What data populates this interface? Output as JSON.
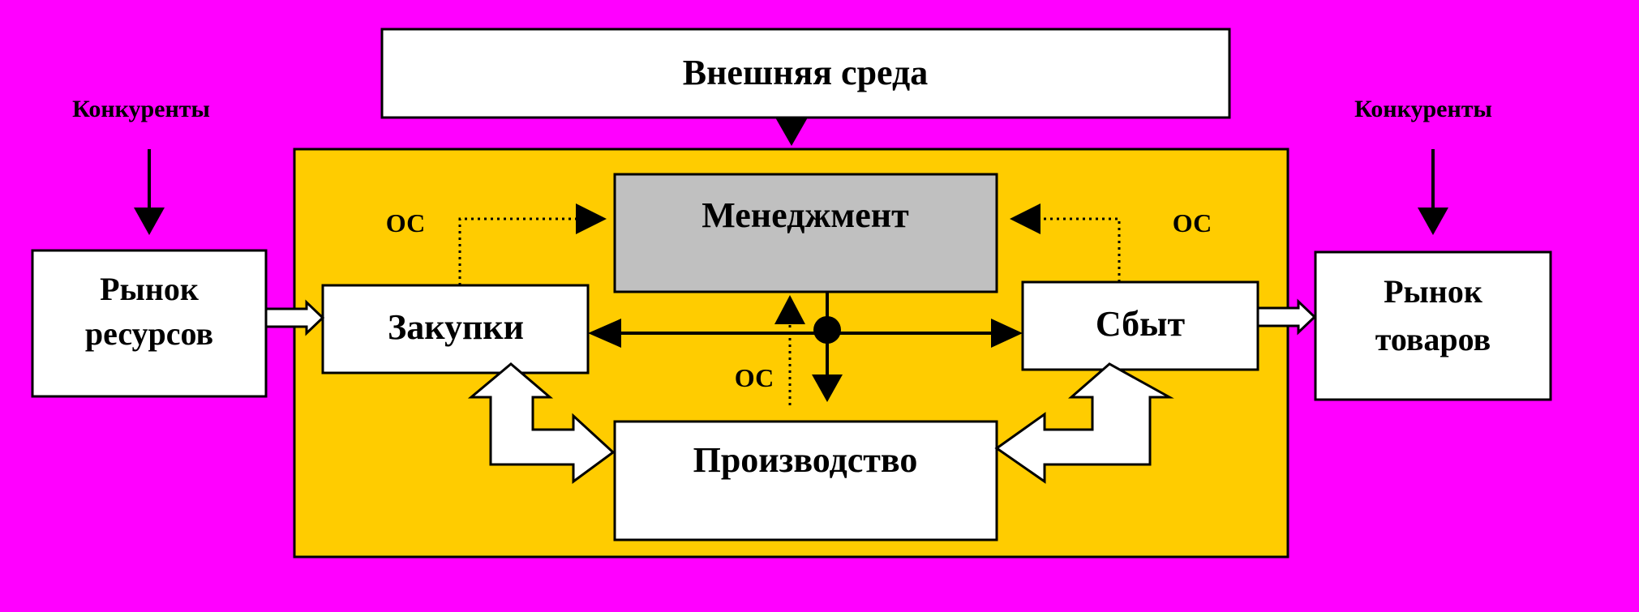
{
  "nodes": {
    "external": "Внешняя среда",
    "management": "Менеджмент",
    "purchases": "Закупки",
    "sales": "Сбыт",
    "production": "Производство",
    "resource_market_line1": "Рынок",
    "resource_market_line2": "ресурсов",
    "goods_market_line1": "Рынок",
    "goods_market_line2": "товаров",
    "competitors_left": "Конкуренты",
    "competitors_right": "Конкуренты"
  },
  "feedback_label": "ОС",
  "colors": {
    "background": "#FF00FF",
    "enterprise": "#FFCC00",
    "management": "#C0C0C0",
    "box": "#FFFFFF",
    "line": "#000000"
  }
}
